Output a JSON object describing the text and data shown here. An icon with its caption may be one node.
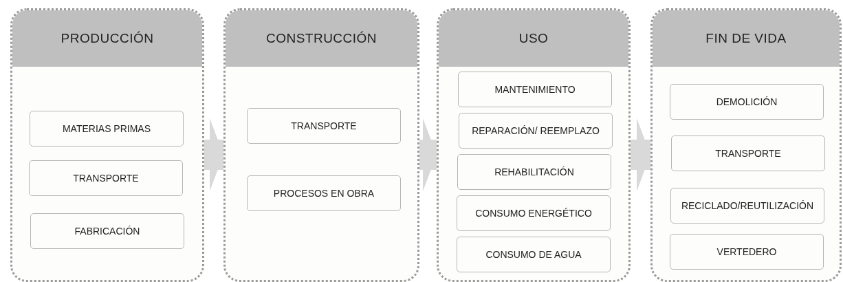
{
  "diagram": {
    "nodes": [
      {
        "text": [
          "PRODUCCIÓN"
        ]
      },
      {
        "text": [
          "MATERIAS PRIMAS"
        ],
        "in": 0
      },
      {
        "text": [
          "TRANSPORTE"
        ],
        "in": 0
      },
      {
        "text": [
          "FABRICACIÓN"
        ],
        "in": 0
      },
      {
        "text": [
          "CONSTRUCCIÓN"
        ]
      },
      {
        "text": [
          "TRANSPORTE"
        ],
        "in": 4
      },
      {
        "text": [
          "PROCESOS EN OBRA"
        ],
        "in": 4
      },
      {
        "text": [
          "USO"
        ]
      },
      {
        "text": [
          "MANTENIMIENTO"
        ],
        "in": 7
      },
      {
        "text": [
          "REPARACIÓN/ REEMPLAZO"
        ],
        "in": 7
      },
      {
        "text": [
          "REHABILITACIÓN"
        ],
        "in": 7
      },
      {
        "text": [
          "CONSUMO ENERGÉTICO"
        ],
        "in": 7
      },
      {
        "text": [
          "CONSUMO DE AGUA"
        ],
        "in": 7
      },
      {
        "text": [
          "FIN DE VIDA"
        ]
      },
      {
        "text": [
          "DEMOLICIÓN"
        ],
        "in": 13
      },
      {
        "text": [
          "TRANSPORTE"
        ],
        "in": 13
      },
      {
        "text": [
          "RECICLADO/REUTILIZACIÓN"
        ],
        "in": 13
      },
      {
        "text": [
          "VERTEDERO"
        ],
        "in": 13
      }
    ],
    "edges": [
      {
        "from": 0,
        "to": 4,
        "arrow": "to"
      },
      {
        "from": 4,
        "to": 7,
        "arrow": "to"
      },
      {
        "from": 7,
        "to": 13,
        "arrow": "to"
      }
    ]
  }
}
